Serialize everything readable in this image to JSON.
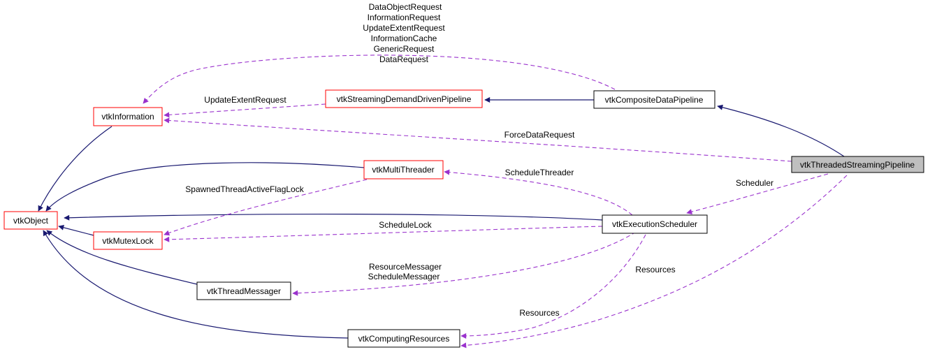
{
  "colors": {
    "inheritance": "#191970",
    "usage": "#9a32cd",
    "node_red_border": "#ff0000",
    "node_black_border": "#000000",
    "highlight_fill": "#bfbfbf"
  },
  "nodes": {
    "vtkThreadedStreamingPipeline": "vtkThreadedStreamingPipeline",
    "vtkCompositeDataPipeline": "vtkCompositeDataPipeline",
    "vtkStreamingDemandDrivenPipeline": "vtkStreamingDemandDrivenPipeline",
    "vtkInformation": "vtkInformation",
    "vtkObject": "vtkObject",
    "vtkMultiThreader": "vtkMultiThreader",
    "vtkMutexLock": "vtkMutexLock",
    "vtkExecutionScheduler": "vtkExecutionScheduler",
    "vtkThreadMessager": "vtkThreadMessager",
    "vtkComputingResources": "vtkComputingResources"
  },
  "edge_labels": {
    "composite_to_information": [
      "DataObjectRequest",
      "InformationRequest",
      "UpdateExtentRequest",
      "InformationCache",
      "GenericRequest",
      "DataRequest"
    ],
    "streaming_to_information": "UpdateExtentRequest",
    "threaded_to_information": "ForceDataRequest",
    "scheduler_to_multithreader": "ScheduleThreader",
    "multithreader_to_mutexlock": "SpawnedThreadActiveFlagLock",
    "threaded_to_scheduler": "Scheduler",
    "scheduler_to_mutexlock": "ScheduleLock",
    "scheduler_to_threadmessager": [
      "ResourceMessager",
      "ScheduleMessager"
    ],
    "threaded_to_resources": "Resources",
    "scheduler_to_resources": "Resources"
  }
}
